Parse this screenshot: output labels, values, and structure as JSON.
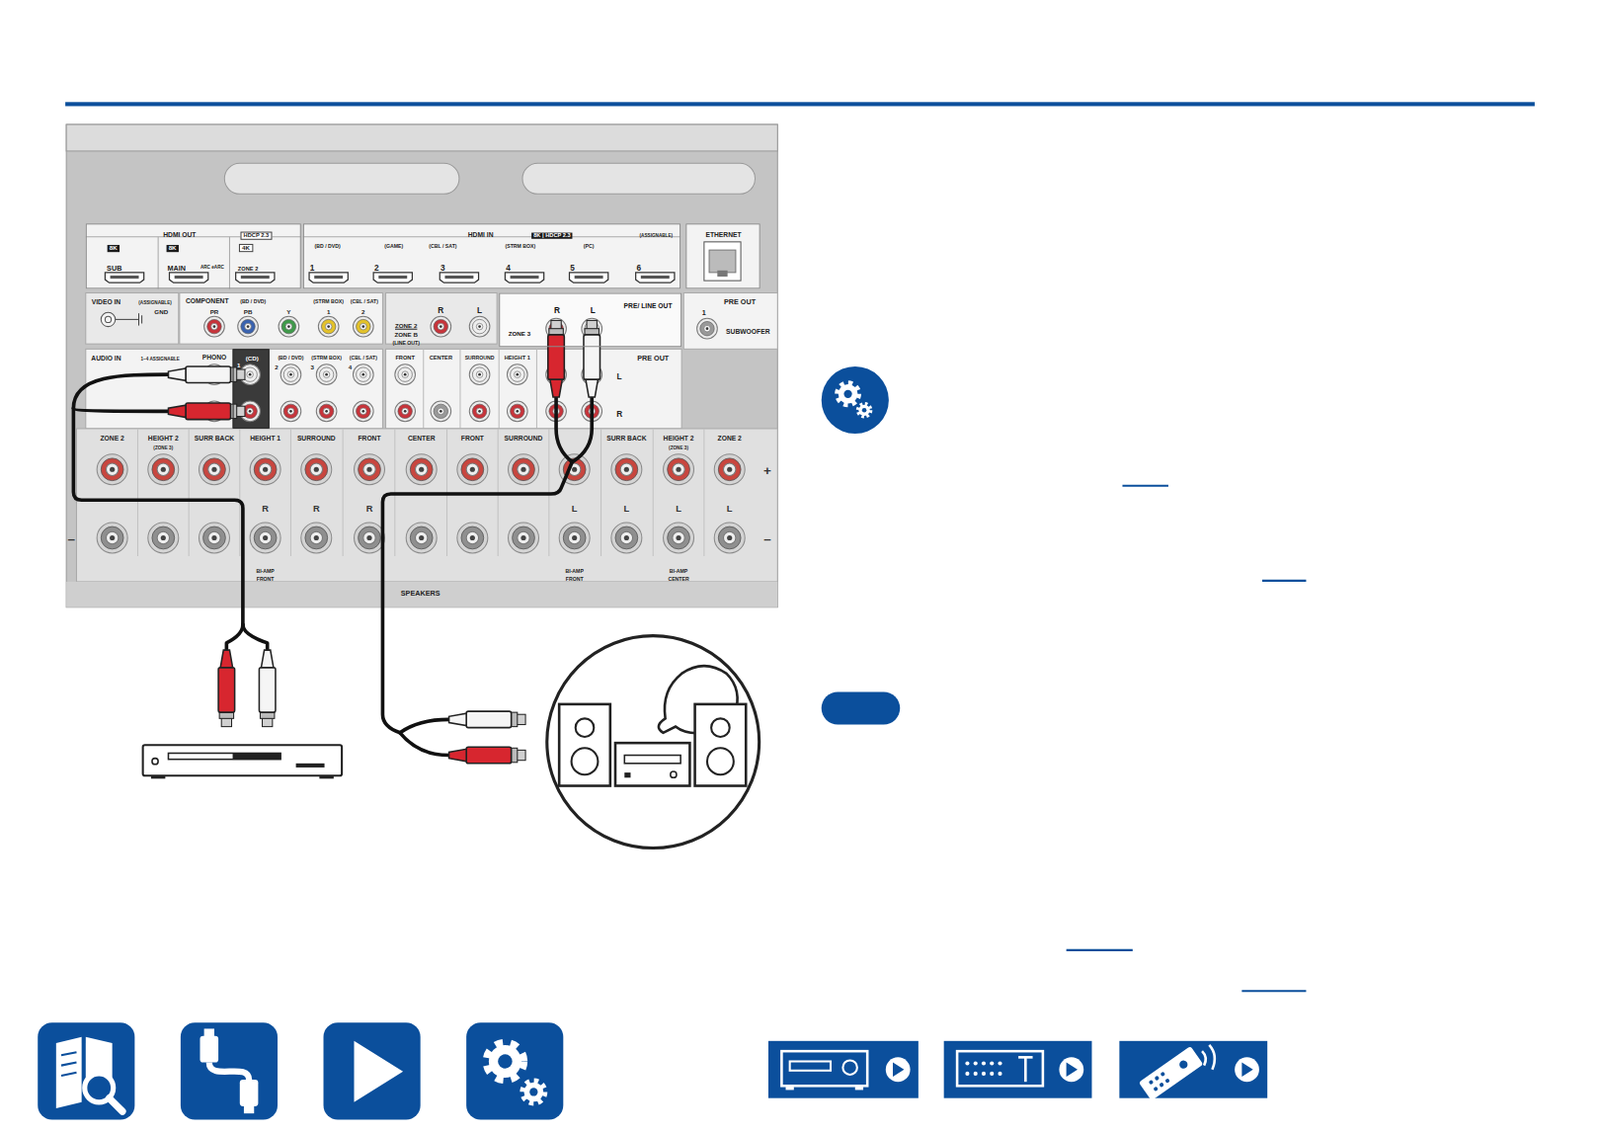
{
  "diagram": {
    "nodes": [
      {
        "text": [
          "HDMI OUT",
          "HDCP 2.3",
          "8K",
          "SUB",
          "8K",
          "MAIN",
          "ARC eARC",
          "4K",
          "ZONE 2"
        ]
      },
      {
        "text": [
          "HDMI IN",
          "8K | HDCP 2.3",
          "(ASSIGNABLE)",
          "(BD / DVD)",
          "(GAME)",
          "(CBL / SAT)",
          "(STRM BOX)",
          "(PC)",
          "1",
          "2",
          "3",
          "4",
          "5",
          "6"
        ]
      },
      {
        "text": [
          "ETHERNET"
        ]
      },
      {
        "text": [
          "PRE/ LINE OUT",
          "R",
          "L",
          "ZONE 3"
        ]
      },
      {
        "text": [
          "(CD)",
          "1"
        ]
      }
    ],
    "labels": [
      "VIDEO IN",
      "(ASSIGNABLE)",
      "GND",
      "COMPONENT",
      "(BD / DVD)",
      "PR",
      "PB",
      "Y",
      "(STRM BOX)",
      "(CBL / SAT)",
      "1",
      "2",
      "ZONE 2",
      "ZONE B",
      "(LINE OUT)",
      "R",
      "L",
      "PRE OUT",
      "1",
      "SUBWOOFER",
      "AUDIO IN",
      "1~4 ASSIGNABLE",
      "PHONO",
      "(BD / DVD)",
      "(STRM BOX)",
      "(CBL / SAT)",
      "2",
      "3",
      "4",
      "FRONT",
      "CENTER",
      "SURROUND",
      "HEIGHT 1",
      "PRE OUT",
      "L",
      "R",
      "ZONE 2",
      "HEIGHT 2",
      "(ZONE 3)",
      "SURR BACK",
      "HEIGHT 1",
      "SURROUND",
      "FRONT",
      "CENTER",
      "FRONT",
      "SURROUND",
      "SURR BACK",
      "HEIGHT 2",
      "(ZONE 3)",
      "ZONE 2",
      "+",
      "R",
      "R",
      "R",
      "L",
      "L",
      "L",
      "L",
      "–",
      "–",
      "BI-AMP",
      "FRONT",
      "BI-AMP",
      "FRONT",
      "BI-AMP",
      "CENTER",
      "SPEAKERS"
    ]
  }
}
